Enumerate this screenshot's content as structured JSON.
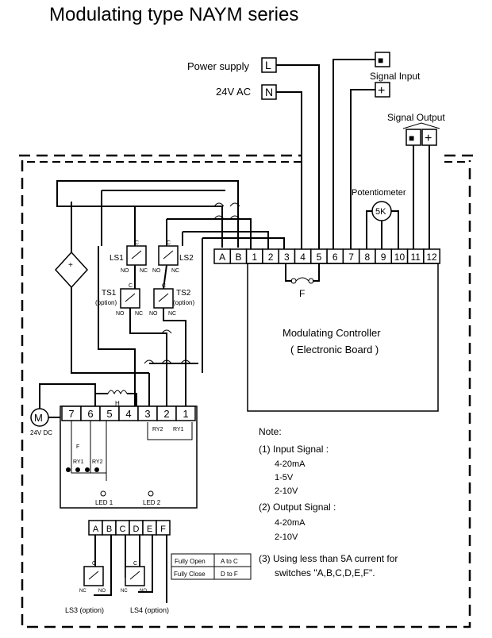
{
  "title": "Modulating type NAYM series",
  "power": {
    "label1": "Power supply",
    "label2": "24V AC",
    "l": "L",
    "n": "N"
  },
  "signal_input": {
    "label": "Signal Input",
    "minus": "■",
    "plus": "+"
  },
  "signal_output": {
    "label": "Signal Output",
    "minus": "■",
    "plus": "+"
  },
  "potentiometer": {
    "label": "Potentiometer",
    "value": "5K"
  },
  "controller_terminals": [
    "A",
    "B",
    "1",
    "2",
    "3",
    "4",
    "5",
    "6",
    "7",
    "8",
    "9",
    "10",
    "11",
    "12"
  ],
  "fuse": "F",
  "controller": {
    "line1": "Modulating Controller",
    "line2": "( Electronic Board )"
  },
  "switches": {
    "ls1": "LS1",
    "ls2": "LS2",
    "ts1": "TS1",
    "ts2": "TS2",
    "option": "(option)",
    "c": "C",
    "no": "NO",
    "nc": "NC"
  },
  "motor": {
    "symbol": "M",
    "voltage": "24V DC"
  },
  "heater": "H",
  "board_terminals": [
    "7",
    "6",
    "5",
    "4",
    "3",
    "2",
    "1"
  ],
  "relays": {
    "ry1": "RY1",
    "ry2": "RY2",
    "fuse": "F"
  },
  "leds": {
    "led1": "LED 1",
    "led2": "LED 2"
  },
  "aux_terminals": [
    "A",
    "B",
    "C",
    "D",
    "E",
    "F"
  ],
  "aux_switches": {
    "ls3": "LS3 (option)",
    "ls4": "LS4 (option)",
    "c": "C",
    "nc": "NC",
    "no": "NO"
  },
  "legend": [
    {
      "label": "Fully Open",
      "value": "A to C"
    },
    {
      "label": "Fully Close",
      "value": "D to F"
    }
  ],
  "notes": {
    "title": "Note:",
    "item1": "(1) Input Signal :",
    "item1_values": [
      "4-20mA",
      "1-5V",
      "2-10V"
    ],
    "item2": "(2) Output Signal :",
    "item2_values": [
      "4-20mA",
      "2-10V"
    ],
    "item3_line1": "(3) Using less than 5A current for",
    "item3_line2": "switches \"A,B,C,D,E,F\"."
  }
}
